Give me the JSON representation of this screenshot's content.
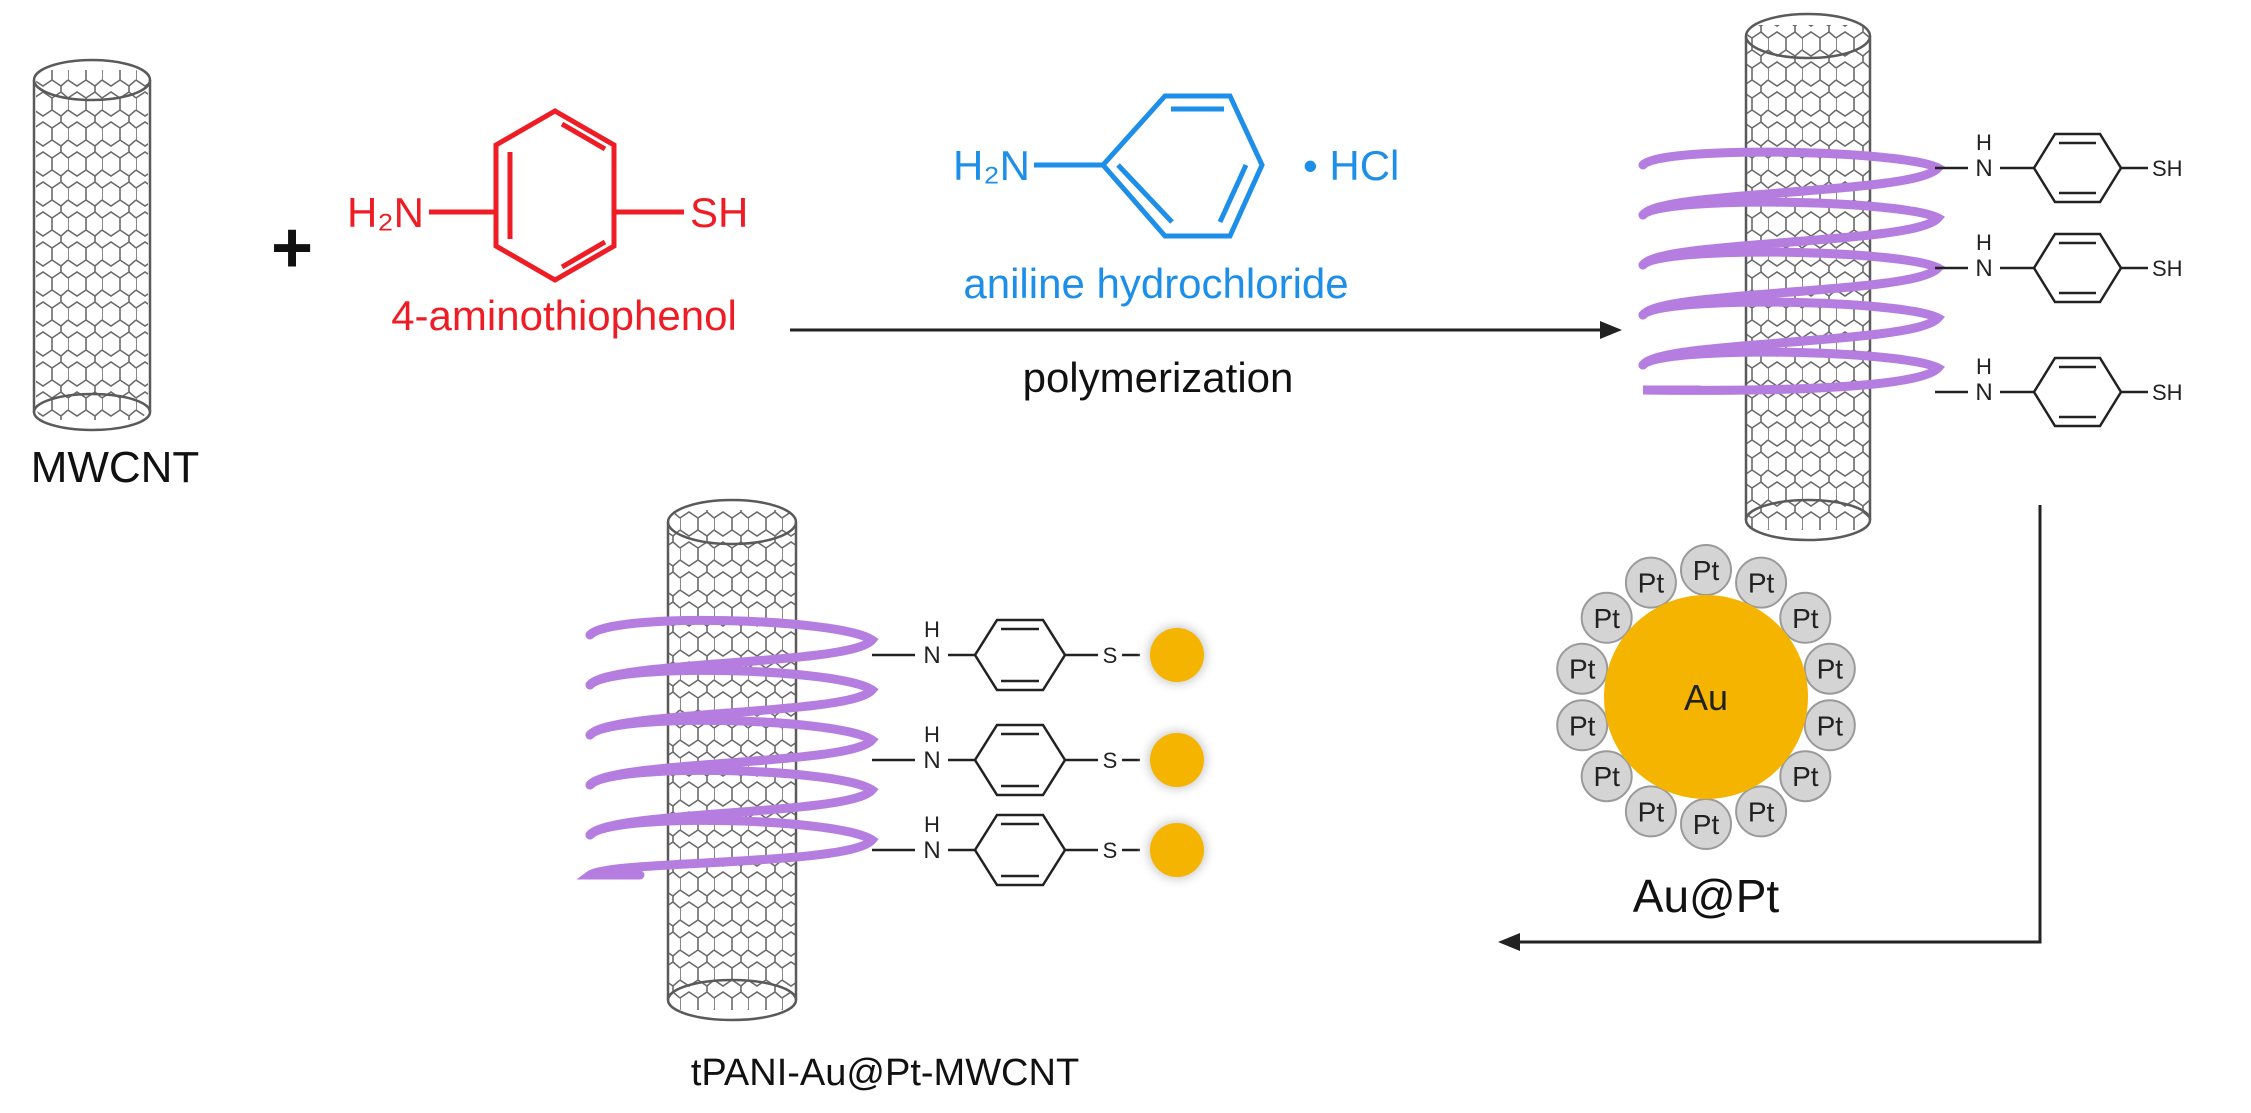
{
  "labels": {
    "mwcnt": "MWCNT",
    "plus": "+",
    "reagent1_name": "4-aminothiophenol",
    "reagent1_amine": "H₂N",
    "reagent1_thiol": "SH",
    "reagent2_name": "aniline hydrochloride",
    "reagent2_amine": "H₂N",
    "reagent2_salt": "• HCl",
    "step1": "polymerization",
    "nanoparticle_name": "Au@Pt",
    "core": "Au",
    "shell_atom": "Pt",
    "product": "tPANI-Au@Pt-MWCNT",
    "amine_h": "H",
    "amine_n": "N",
    "thiol": "SH",
    "thioether": "S"
  },
  "colors": {
    "reagent1": "#ee1c24",
    "reagent2": "#1e8fe8",
    "polymer": "#b67de0",
    "core": "#f5b400",
    "shell": "#d4d4d4",
    "line": "#222222"
  }
}
